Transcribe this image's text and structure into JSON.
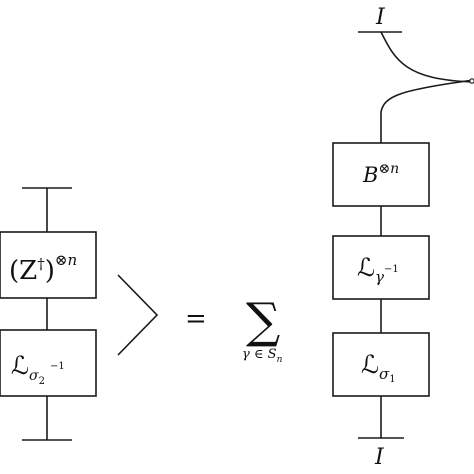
{
  "equals_sign": "=",
  "left": {
    "top_box": {
      "base": "(Z",
      "dagger": "†",
      "close": ")",
      "power": "⊗n"
    },
    "bottom_box": {
      "symbol": "ℒ",
      "sub_sigma": "σ",
      "sub_index": "2",
      "sub_sup": "−1"
    },
    "ket_bracket": "ket-angle-bracket"
  },
  "sum": {
    "symbol": "∑",
    "index_text": "γ ∈ S",
    "index_sub": "n"
  },
  "right": {
    "top_label": "I",
    "bottom_label": "I",
    "box_b": {
      "base": "B",
      "power": "⊗n"
    },
    "box_gamma": {
      "symbol": "ℒ",
      "sub": "γ",
      "sub_sup": "−1"
    },
    "box_sigma": {
      "symbol": "ℒ",
      "sub": "σ",
      "sub_index": "1"
    }
  }
}
